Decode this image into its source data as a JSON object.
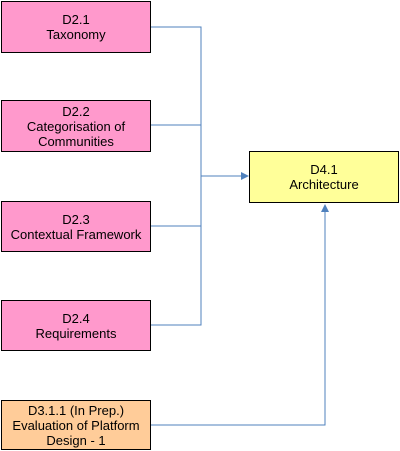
{
  "nodes": {
    "d21": {
      "id": "D2.1",
      "lines": [
        "Taxonomy"
      ]
    },
    "d22": {
      "id": "D2.2",
      "lines": [
        "Categorisation of",
        "Communities"
      ]
    },
    "d23": {
      "id": "D2.3",
      "lines": [
        "Contextual Framework"
      ]
    },
    "d24": {
      "id": "D2.4",
      "lines": [
        "Requirements"
      ]
    },
    "d311": {
      "id": "D3.1.1 (In Prep.)",
      "lines": [
        "Evaluation of Platform",
        "Design - 1"
      ]
    },
    "d41": {
      "id": "D4.1",
      "lines": [
        "Architecture"
      ]
    }
  },
  "colors": {
    "input_fill": "#ff99cc",
    "output_fill": "#ffff99",
    "prep_fill": "#ffcc99",
    "connector": "#4f81bd"
  }
}
